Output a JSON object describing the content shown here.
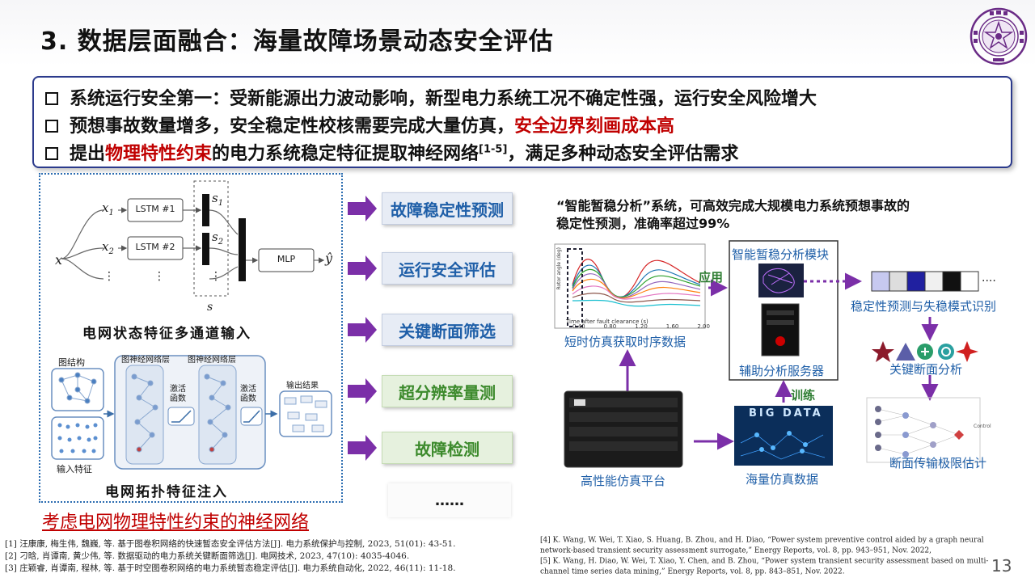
{
  "title": "3. 数据层面融合：海量故障场景动态安全评估",
  "bullets": {
    "b1": "系统运行安全第一：受新能源出力波动影响，新型电力系统工况不确定性强，运行安全风险增大",
    "b2_pre": "预想事故数量增多，安全稳定性校核需要完成大量仿真，",
    "b2_red": "安全边界刻画成本高",
    "b3_pre": "提出",
    "b3_red": "物理特性约束",
    "b3_mid": "的电力系统稳定特征提取神经网络",
    "b3_sup": "[1-5]",
    "b3_post": "，满足多种动态安全评估需求"
  },
  "lstm": {
    "x": "x",
    "x1": "x",
    "x1_sub": "1",
    "x2": "x",
    "x2_sub": "2",
    "lstm1": "LSTM #1",
    "lstm2": "LSTM #2",
    "s1": "s",
    "s1_sub": "1",
    "s2": "s",
    "s2_sub": "2",
    "s": "s",
    "mlp": "MLP",
    "yhat": "ŷ",
    "dots": "⋮",
    "caption": "电网状态特征多通道输入"
  },
  "gnn": {
    "graph_structure": "图结构",
    "input_features": "输入特征",
    "gnn_layer_1": "图神经网络层",
    "gnn_layer_2": "图神经网络层",
    "activation_1": "激活\n函数",
    "activation_2": "激活\n函数",
    "output": "输出结果",
    "caption": "电网拓扑特征注入"
  },
  "red_caption": "考虑电网物理特性约束的神经网络",
  "tasks": [
    "故障稳定性预测",
    "运行安全评估",
    "关键断面筛选",
    "超分辨率量测",
    "故障检测"
  ],
  "ellipsis": "……",
  "system_desc_1": "“智能暂稳分析”系统，可高效完成大规模电力系统预想事故的",
  "system_desc_2": "稳定性预测，准确率超过99%",
  "diagram": {
    "short_sim": "短时仿真获取时序数据",
    "apply": "应用",
    "module": "智能暂稳分析模块",
    "aux_server": "辅助分析服务器",
    "train": "训练",
    "hpc": "高性能仿真平台",
    "massive_data": "海量仿真数据",
    "big_data": "BIG DATA",
    "stability_pred": "稳定性预测与失稳模式识别",
    "key_section": "关键断面分析",
    "section_limit": "断面传输极限估计",
    "plot_xlabel": "Time after fault clearance (s)",
    "plot_ylabel": "Rotor angle (deg)",
    "plot_ticks": [
      "0.40",
      "0.80",
      "1.20",
      "1.60",
      "2.00"
    ],
    "control_label": "Control"
  },
  "references_left": [
    "[1] 汪康康, 梅生伟, 魏巍, 等. 基于图卷积网络的快速暂态安全评估方法[J]. 电力系统保护与控制, 2023, 51(01): 43-51.",
    "[2] 刁晗, 肖谭南, 黄少伟, 等. 数据驱动的电力系统关键断面筛选[J]. 电网技术, 2023, 47(10): 4035-4046.",
    "[3] 庄颖睿, 肖谭南, 程林, 等. 基于时空图卷积网络的电力系统暂态稳定评估[J]. 电力系统自动化, 2022, 46(11): 11-18."
  ],
  "references_right": [
    "[4] K. Wang, W. Wei, T. Xiao, S. Huang, B. Zhou, and H. Diao, “Power system preventive control aided by a graph neural",
    "network-based transient security assessment surrogate,” Energy Reports, vol. 8, pp. 943–951, Nov. 2022,",
    "[5] K. Wang, H. Diao, W. Wei, T. Xiao, Y. Chen, and B. Zhou, “Power system transient security assessment based on multi-",
    "channel time series data mining,” Energy Reports, vol. 8, pp. 843–851, Nov. 2022."
  ],
  "page_number": "13",
  "colors": {
    "accent_blue": "#2b3a8c",
    "task_blue": "#1f5fa8",
    "task_green": "#3c8a2c",
    "arrow_purple": "#7b2fa8",
    "emphasis_red": "#c00000"
  }
}
